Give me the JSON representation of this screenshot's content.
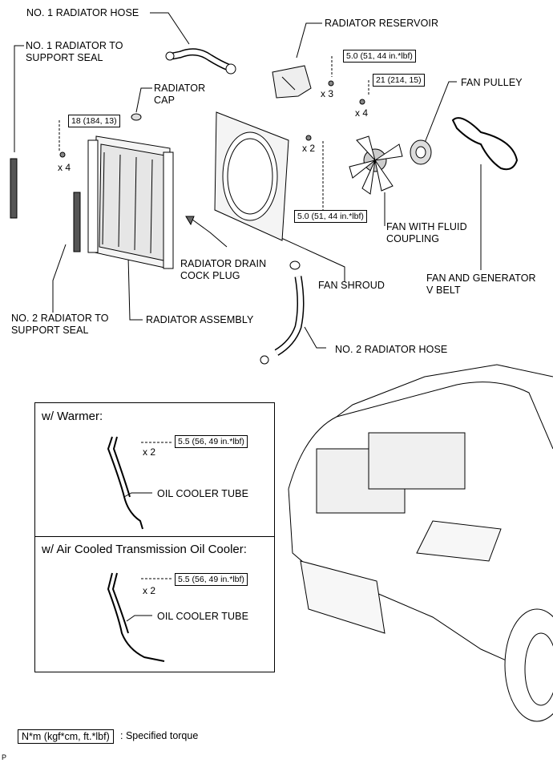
{
  "labels": {
    "no1_radiator_hose": "NO. 1 RADIATOR HOSE",
    "radiator_reservoir": "RADIATOR RESERVOIR",
    "no1_support_seal": "NO. 1 RADIATOR TO\nSUPPORT SEAL",
    "radiator_cap": "RADIATOR\nCAP",
    "fan_pulley": "FAN PULLEY",
    "fan_with_fluid_coupling": "FAN WITH FLUID\nCOUPLING",
    "radiator_drain_cock_plug": "RADIATOR DRAIN\nCOCK PLUG",
    "fan_shroud": "FAN SHROUD",
    "fan_and_generator_v_belt": "FAN AND GENERATOR\nV BELT",
    "no2_support_seal": "NO. 2 RADIATOR TO\nSUPPORT SEAL",
    "radiator_assembly": "RADIATOR ASSEMBLY",
    "no2_radiator_hose": "NO. 2 RADIATOR HOSE"
  },
  "torques": {
    "reservoir_bolt": "5.0 (51, 44 in.*lbf)",
    "fan_nut": "21 (214, 15)",
    "radiator_bolt": "18 (184, 13)",
    "shroud_bolt": "5.0 (51, 44 in.*lbf)",
    "warmer_bolt": "5.5 (56, 49 in.*lbf)",
    "cooler_bolt": "5.5 (56, 49 in.*lbf)"
  },
  "quantities": {
    "reservoir": "x 3",
    "fan_nut": "x 4",
    "radiator": "x 4",
    "shroud": "x 2",
    "warmer": "x 2",
    "cooler": "x 2"
  },
  "panels": {
    "warmer_title": "w/ Warmer:",
    "warmer_tube_label": "OIL COOLER TUBE",
    "cooler_title": "w/ Air Cooled Transmission Oil Cooler:",
    "cooler_tube_label": "OIL COOLER TUBE"
  },
  "legend": {
    "box": "N*m (kgf*cm, ft.*lbf)",
    "text": ": Specified torque"
  },
  "footer_code": "P"
}
